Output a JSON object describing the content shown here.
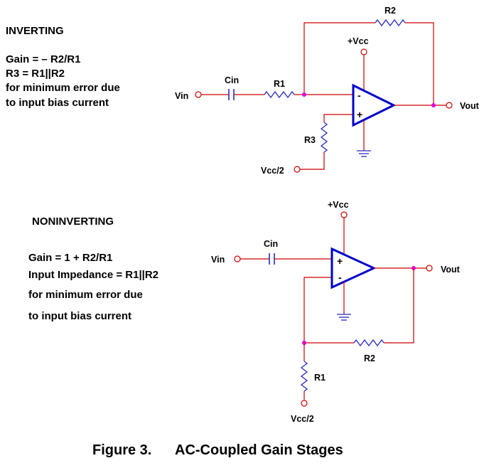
{
  "colors": {
    "wire": "#cc0000",
    "opamp": "#0000cc",
    "component": "#2a2ac0",
    "node": "#e000e0"
  },
  "inverting": {
    "heading": "INVERTING",
    "notes": [
      "Gain = – R2/R1",
      "R3 = R1||R2",
      "for minimum error due",
      "to input bias current"
    ],
    "r2": "R2",
    "vcc": "+Vcc",
    "vin": "Vin",
    "cin": "Cin",
    "r1": "R1",
    "r3": "R3",
    "vcc_half": "Vcc/2",
    "vout": "Vout",
    "minus": "-",
    "plus": "+"
  },
  "noninverting": {
    "heading": "NONINVERTING",
    "notes": [
      "Gain = 1 + R2/R1",
      "Input Impedance = R1||R2",
      "for minimum error due",
      "to input bias current"
    ],
    "vcc": "+Vcc",
    "vin": "Vin",
    "cin": "Cin",
    "plus": "+",
    "minus": "-",
    "vout": "Vout",
    "r2": "R2",
    "r1": "R1",
    "vcc_half": "Vcc/2"
  },
  "caption": {
    "figure": "Figure 3.",
    "title": "AC-Coupled Gain Stages"
  }
}
